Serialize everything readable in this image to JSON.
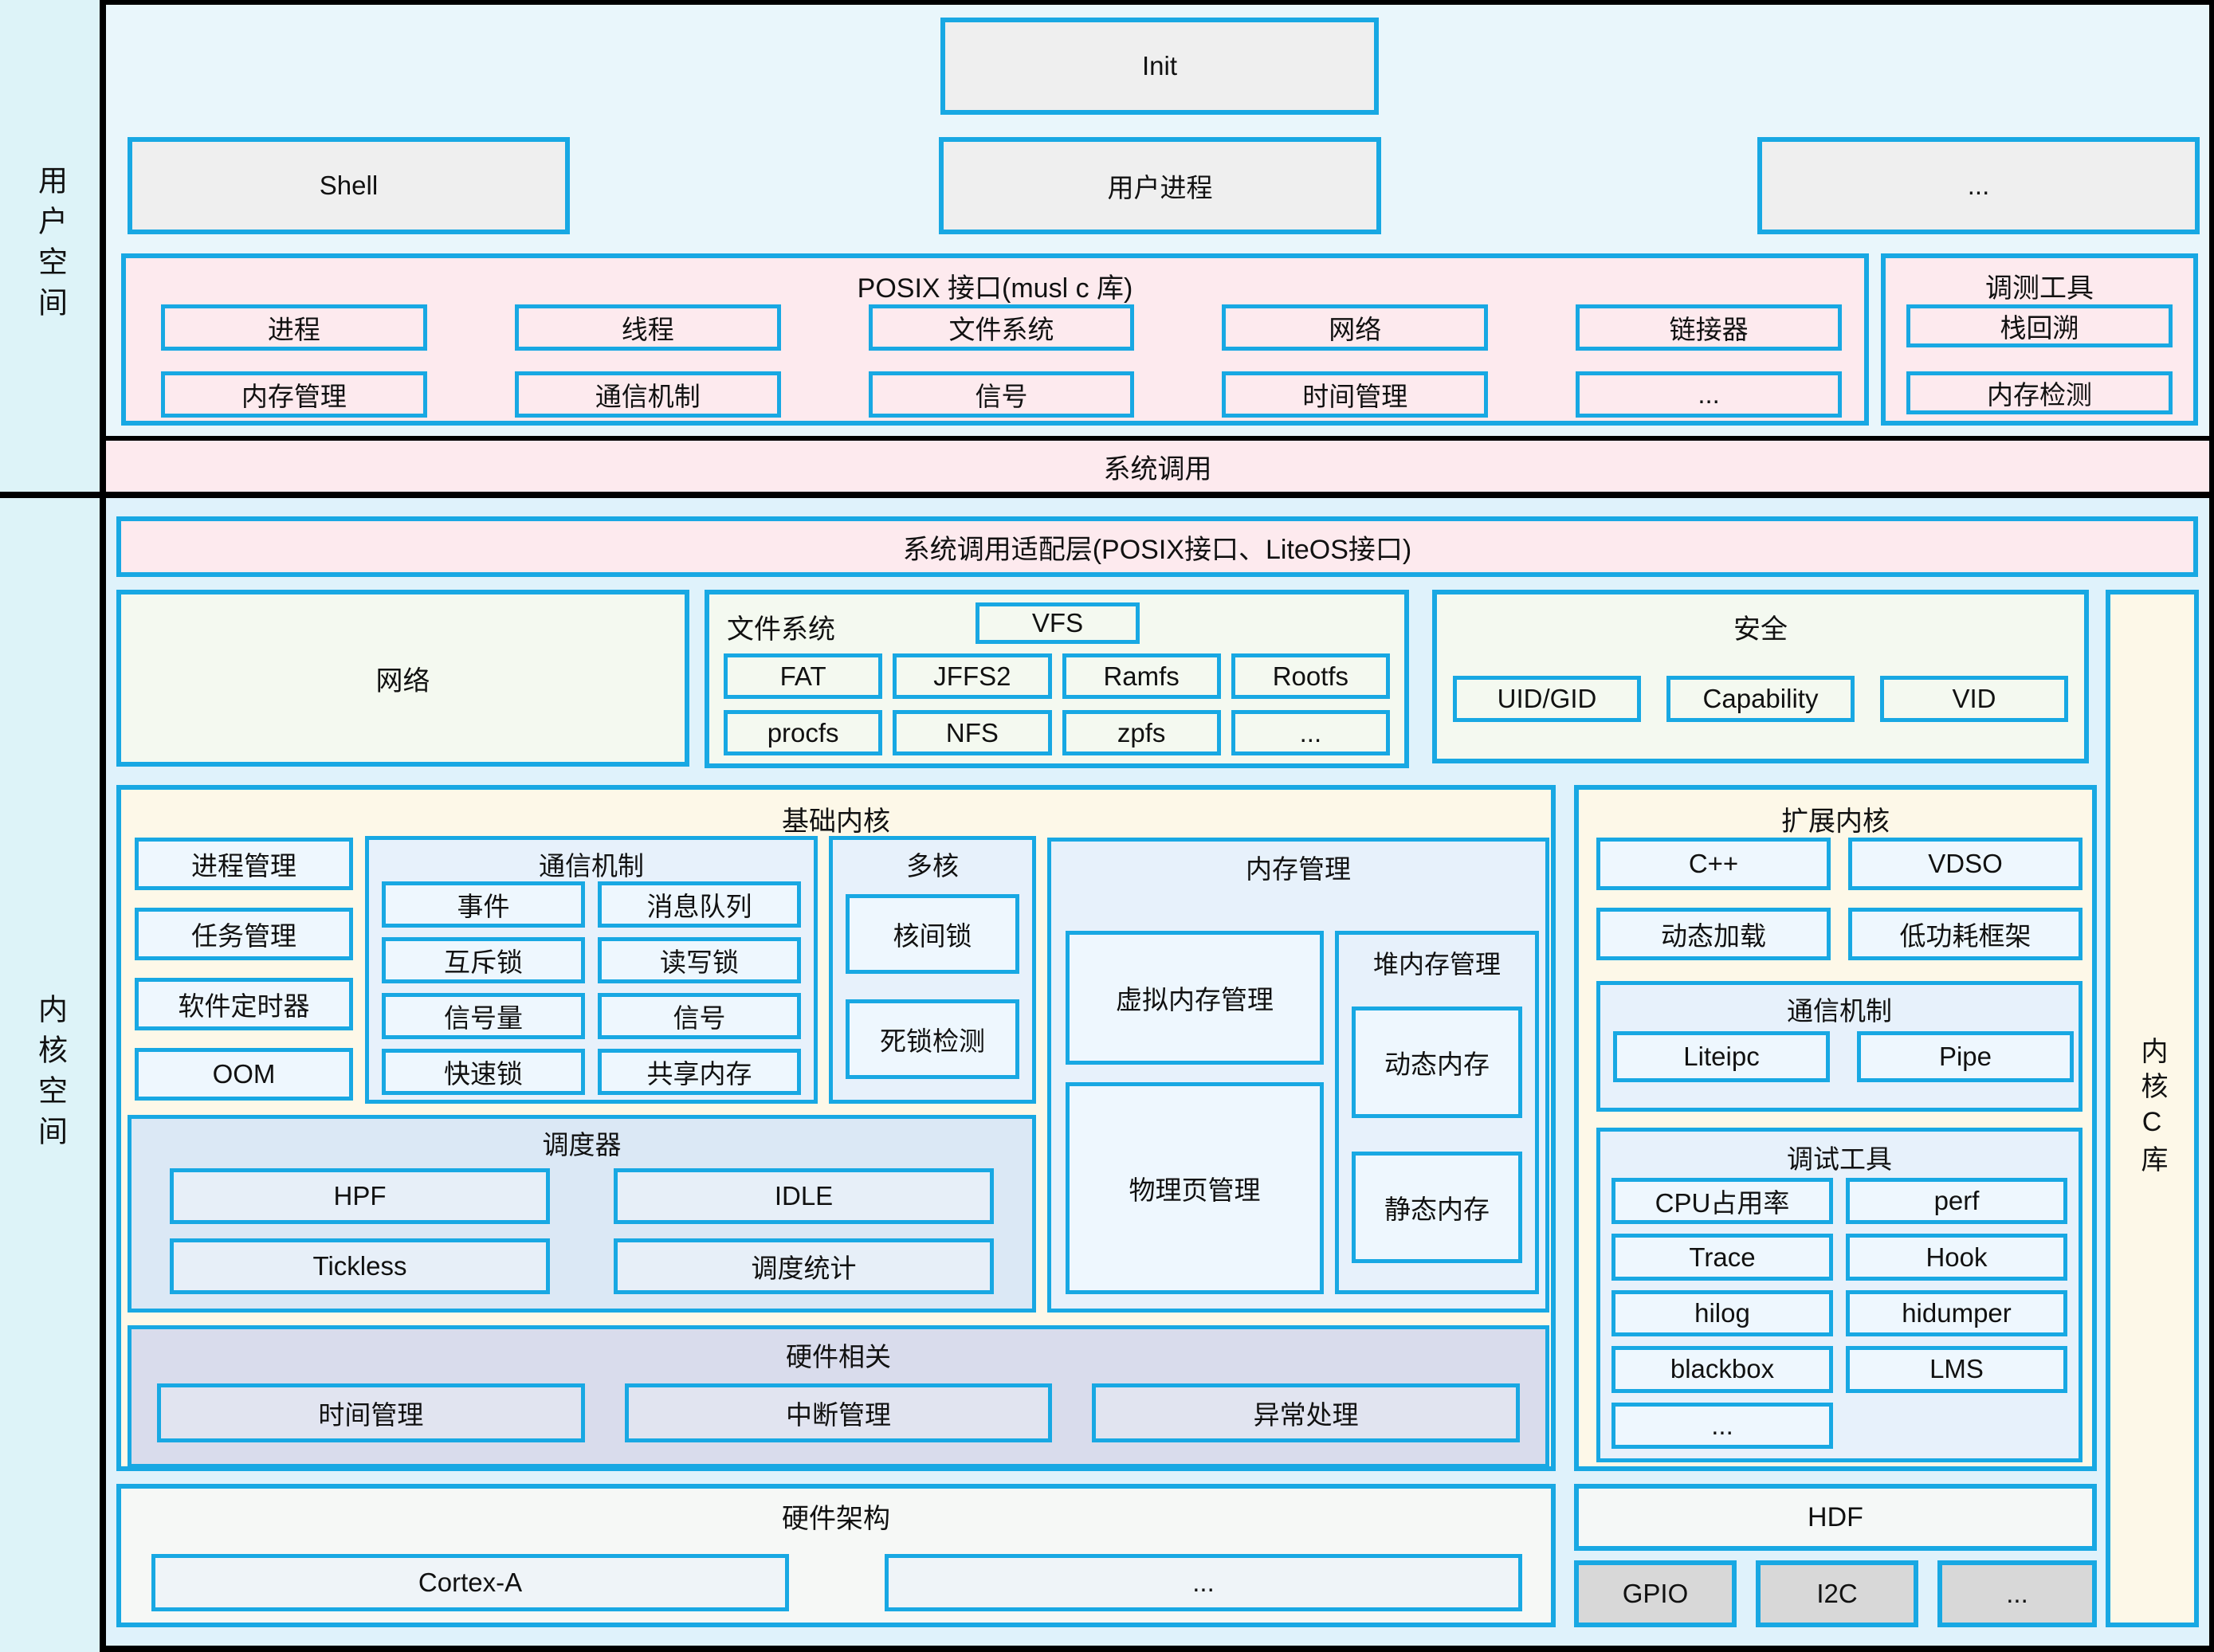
{
  "sidebar": {
    "user_space": "用户空间",
    "kernel_space": "内核空间"
  },
  "user": {
    "init": "Init",
    "shell": "Shell",
    "user_process": "用户进程",
    "more": "...",
    "posix": {
      "title": "POSIX 接口(musl c 库)",
      "row1": [
        "进程",
        "线程",
        "文件系统",
        "网络",
        "链接器"
      ],
      "row2": [
        "内存管理",
        "通信机制",
        "信号",
        "时间管理",
        "..."
      ]
    },
    "debug_tools": {
      "title": "调测工具",
      "items": [
        "栈回溯",
        "内存检测"
      ]
    },
    "syscall_bar": "系统调用"
  },
  "kernel": {
    "adapter": "系统调用适配层(POSIX接口、LiteOS接口)",
    "network": "网络",
    "filesystem": {
      "title": "文件系统",
      "vfs": "VFS",
      "row1": [
        "FAT",
        "JFFS2",
        "Ramfs",
        "Rootfs"
      ],
      "row2": [
        "procfs",
        "NFS",
        "zpfs",
        "..."
      ]
    },
    "security": {
      "title": "安全",
      "items": [
        "UID/GID",
        "Capability",
        "VID"
      ]
    },
    "kernel_c_lib": "内核C库",
    "basic": {
      "title": "基础内核",
      "left_items": [
        "进程管理",
        "任务管理",
        "软件定时器",
        "OOM"
      ],
      "ipc": {
        "title": "通信机制",
        "items": [
          "事件",
          "消息队列",
          "互斥锁",
          "读写锁",
          "信号量",
          "信号",
          "快速锁",
          "共享内存"
        ]
      },
      "multicore": {
        "title": "多核",
        "items": [
          "核间锁",
          "死锁检测"
        ]
      },
      "memory": {
        "title": "内存管理",
        "virtual": "虚拟内存管理",
        "physical": "物理页管理",
        "heap": {
          "title": "堆内存管理",
          "items": [
            "动态内存",
            "静态内存"
          ]
        }
      },
      "scheduler": {
        "title": "调度器",
        "items": [
          "HPF",
          "IDLE",
          "Tickless",
          "调度统计"
        ]
      },
      "hardware": {
        "title": "硬件相关",
        "items": [
          "时间管理",
          "中断管理",
          "异常处理"
        ]
      }
    },
    "extended": {
      "title": "扩展内核",
      "row1": [
        "C++",
        "VDSO"
      ],
      "row2": [
        "动态加载",
        "低功耗框架"
      ],
      "ipc": {
        "title": "通信机制",
        "items": [
          "Liteipc",
          "Pipe"
        ]
      },
      "debug": {
        "title": "调试工具",
        "items": [
          "CPU占用率",
          "perf",
          "Trace",
          "Hook",
          "hilog",
          "hidumper",
          "blackbox",
          "LMS",
          "..."
        ]
      }
    },
    "hw_arch": {
      "title": "硬件架构",
      "items": [
        "Cortex-A",
        "..."
      ]
    },
    "hdf": {
      "title": "HDF",
      "items": [
        "GPIO",
        "I2C",
        "..."
      ]
    }
  },
  "colors": {
    "border_cyan": "#18a8e3",
    "pink": "#fdeaee",
    "gray_box": "#efefef",
    "cream": "#fdf8e8",
    "light_green": "#f4f9f0",
    "light_blue": "#e7f1fb",
    "scheduler_bg": "#dbe8f5",
    "hardware_bg": "#d9dcec",
    "device_gray": "#d8d8d8",
    "frame_black": "#000000"
  }
}
